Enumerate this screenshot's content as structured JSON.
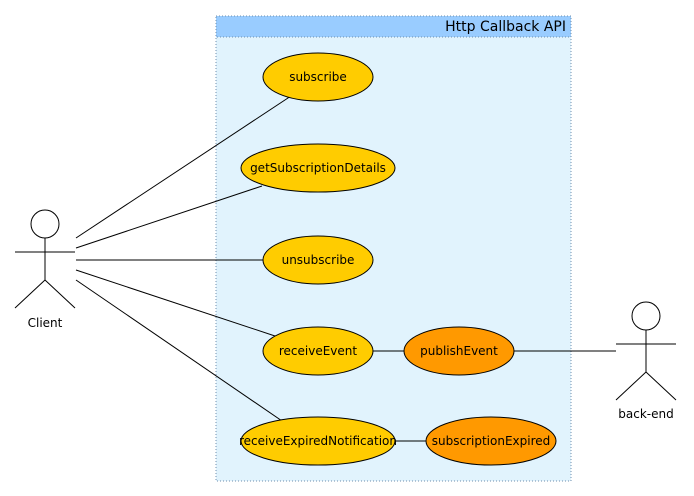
{
  "boundary": {
    "title": "Http Callback API",
    "fill": "#e1f3fd",
    "header_fill": "#99ccff"
  },
  "actors": [
    {
      "id": "client",
      "label": "Client"
    },
    {
      "id": "backend",
      "label": "back-end"
    }
  ],
  "usecases": [
    {
      "id": "subscribe",
      "label": "subscribe",
      "fill": "#ffcc00"
    },
    {
      "id": "get-subscription-details",
      "label": "getSubscriptionDetails",
      "fill": "#ffcc00"
    },
    {
      "id": "unsubscribe",
      "label": "unsubscribe",
      "fill": "#ffcc00"
    },
    {
      "id": "receive-event",
      "label": "receiveEvent",
      "fill": "#ffcc00"
    },
    {
      "id": "publish-event",
      "label": "publishEvent",
      "fill": "#ff9900"
    },
    {
      "id": "receive-expired-notification",
      "label": "receiveExpiredNotification",
      "fill": "#ffcc00"
    },
    {
      "id": "subscription-expired",
      "label": "subscriptionExpired",
      "fill": "#ff9900"
    }
  ],
  "associations": [
    {
      "from": "client",
      "to": "subscribe"
    },
    {
      "from": "client",
      "to": "get-subscription-details"
    },
    {
      "from": "client",
      "to": "unsubscribe"
    },
    {
      "from": "client",
      "to": "receive-event"
    },
    {
      "from": "client",
      "to": "receive-expired-notification"
    },
    {
      "from": "receive-event",
      "to": "publish-event"
    },
    {
      "from": "publish-event",
      "to": "backend"
    },
    {
      "from": "receive-expired-notification",
      "to": "subscription-expired"
    }
  ]
}
